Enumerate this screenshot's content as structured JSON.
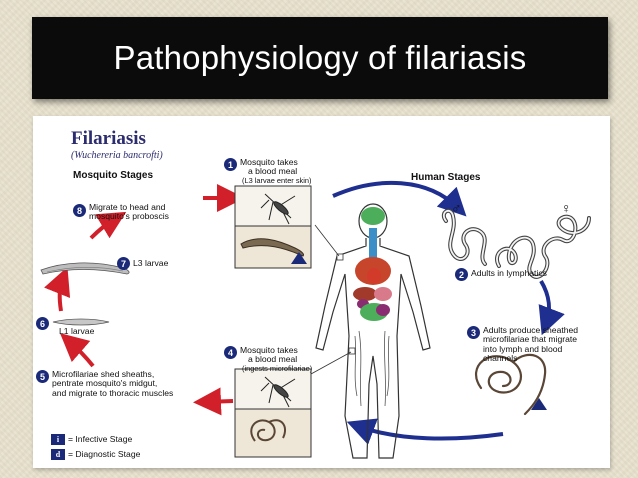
{
  "slide": {
    "title": "Pathophysiology of filariasis"
  },
  "diagram": {
    "title": "Filariasis",
    "subtitle": "(Wuchereria bancrofti)",
    "mosquito_stages_label": "Mosquito Stages",
    "human_stages_label": "Human Stages",
    "steps": [
      {
        "number": "1",
        "lines": [
          "Mosquito takes",
          "a blood meal"
        ],
        "note": "(L3 larvae enter skin)"
      },
      {
        "number": "2",
        "lines": [
          "Adults in lymphatics"
        ]
      },
      {
        "number": "3",
        "lines": [
          "Adults produce sheathed",
          "microfilariae that migrate",
          "into lymph and blood",
          "channels"
        ]
      },
      {
        "number": "4",
        "lines": [
          "Mosquito takes",
          "a blood meal"
        ],
        "note": "(ingests microfilariae)"
      },
      {
        "number": "5",
        "lines": [
          "Microfilariae shed sheaths,",
          "pentrate mosquito's midgut,",
          "and migrate to thoracic muscles"
        ]
      },
      {
        "number": "6",
        "lines": [
          "L1 larvae"
        ]
      },
      {
        "number": "7",
        "lines": [
          "L3 larvae"
        ]
      },
      {
        "number": "8",
        "lines": [
          "Migrate to head and",
          "mosquito's proboscis"
        ]
      }
    ],
    "legend": [
      {
        "badge": "i",
        "text": "= Infective Stage"
      },
      {
        "badge": "d",
        "text": "= Diagnostic Stage"
      }
    ],
    "sex_symbols": {
      "male": "♂",
      "female": "♀"
    },
    "colors": {
      "arrow_red": "#d1202a",
      "arrow_blue": "#1f2f8f",
      "badge": "#1b2a78",
      "title": "#2c2c6e"
    }
  }
}
